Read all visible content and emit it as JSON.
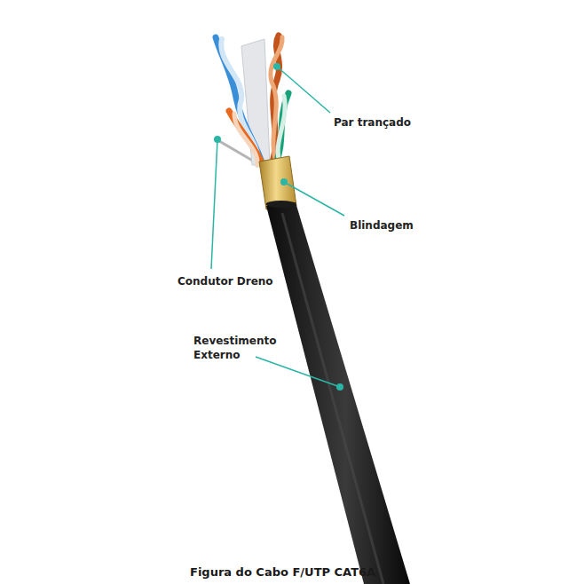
{
  "diagram": {
    "caption": "Figura do Cabo F/UTP CAT6A",
    "labels": [
      "Par trançado",
      "Blindagem",
      "Condutor Dreno",
      "Revestimento Externo"
    ]
  }
}
